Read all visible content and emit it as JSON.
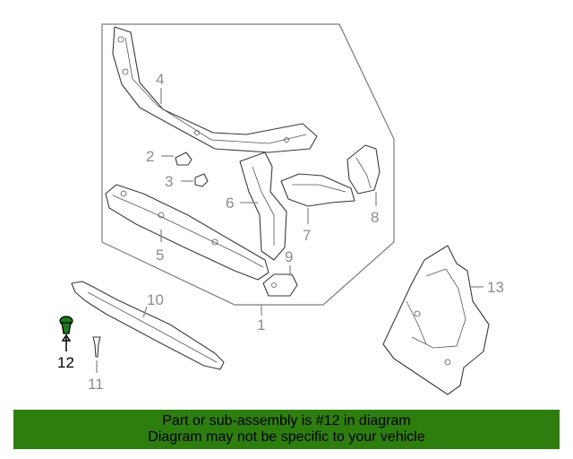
{
  "diagram": {
    "callouts": {
      "c1": "1",
      "c2": "2",
      "c3": "3",
      "c4": "4",
      "c5": "5",
      "c6": "6",
      "c7": "7",
      "c8": "8",
      "c9": "9",
      "c10": "10",
      "c11": "11",
      "c12": "12",
      "c13": "13"
    },
    "highlighted_part": "12"
  },
  "banner": {
    "line1": "Part or sub-assembly is #12 in diagram",
    "line2": "Diagram may not be specific to your vehicle"
  },
  "colors": {
    "banner_bg": "#2e7d0f",
    "highlight": "#1e7a1e",
    "line": "#3a3a3a",
    "callout": "#8c8c8c"
  }
}
